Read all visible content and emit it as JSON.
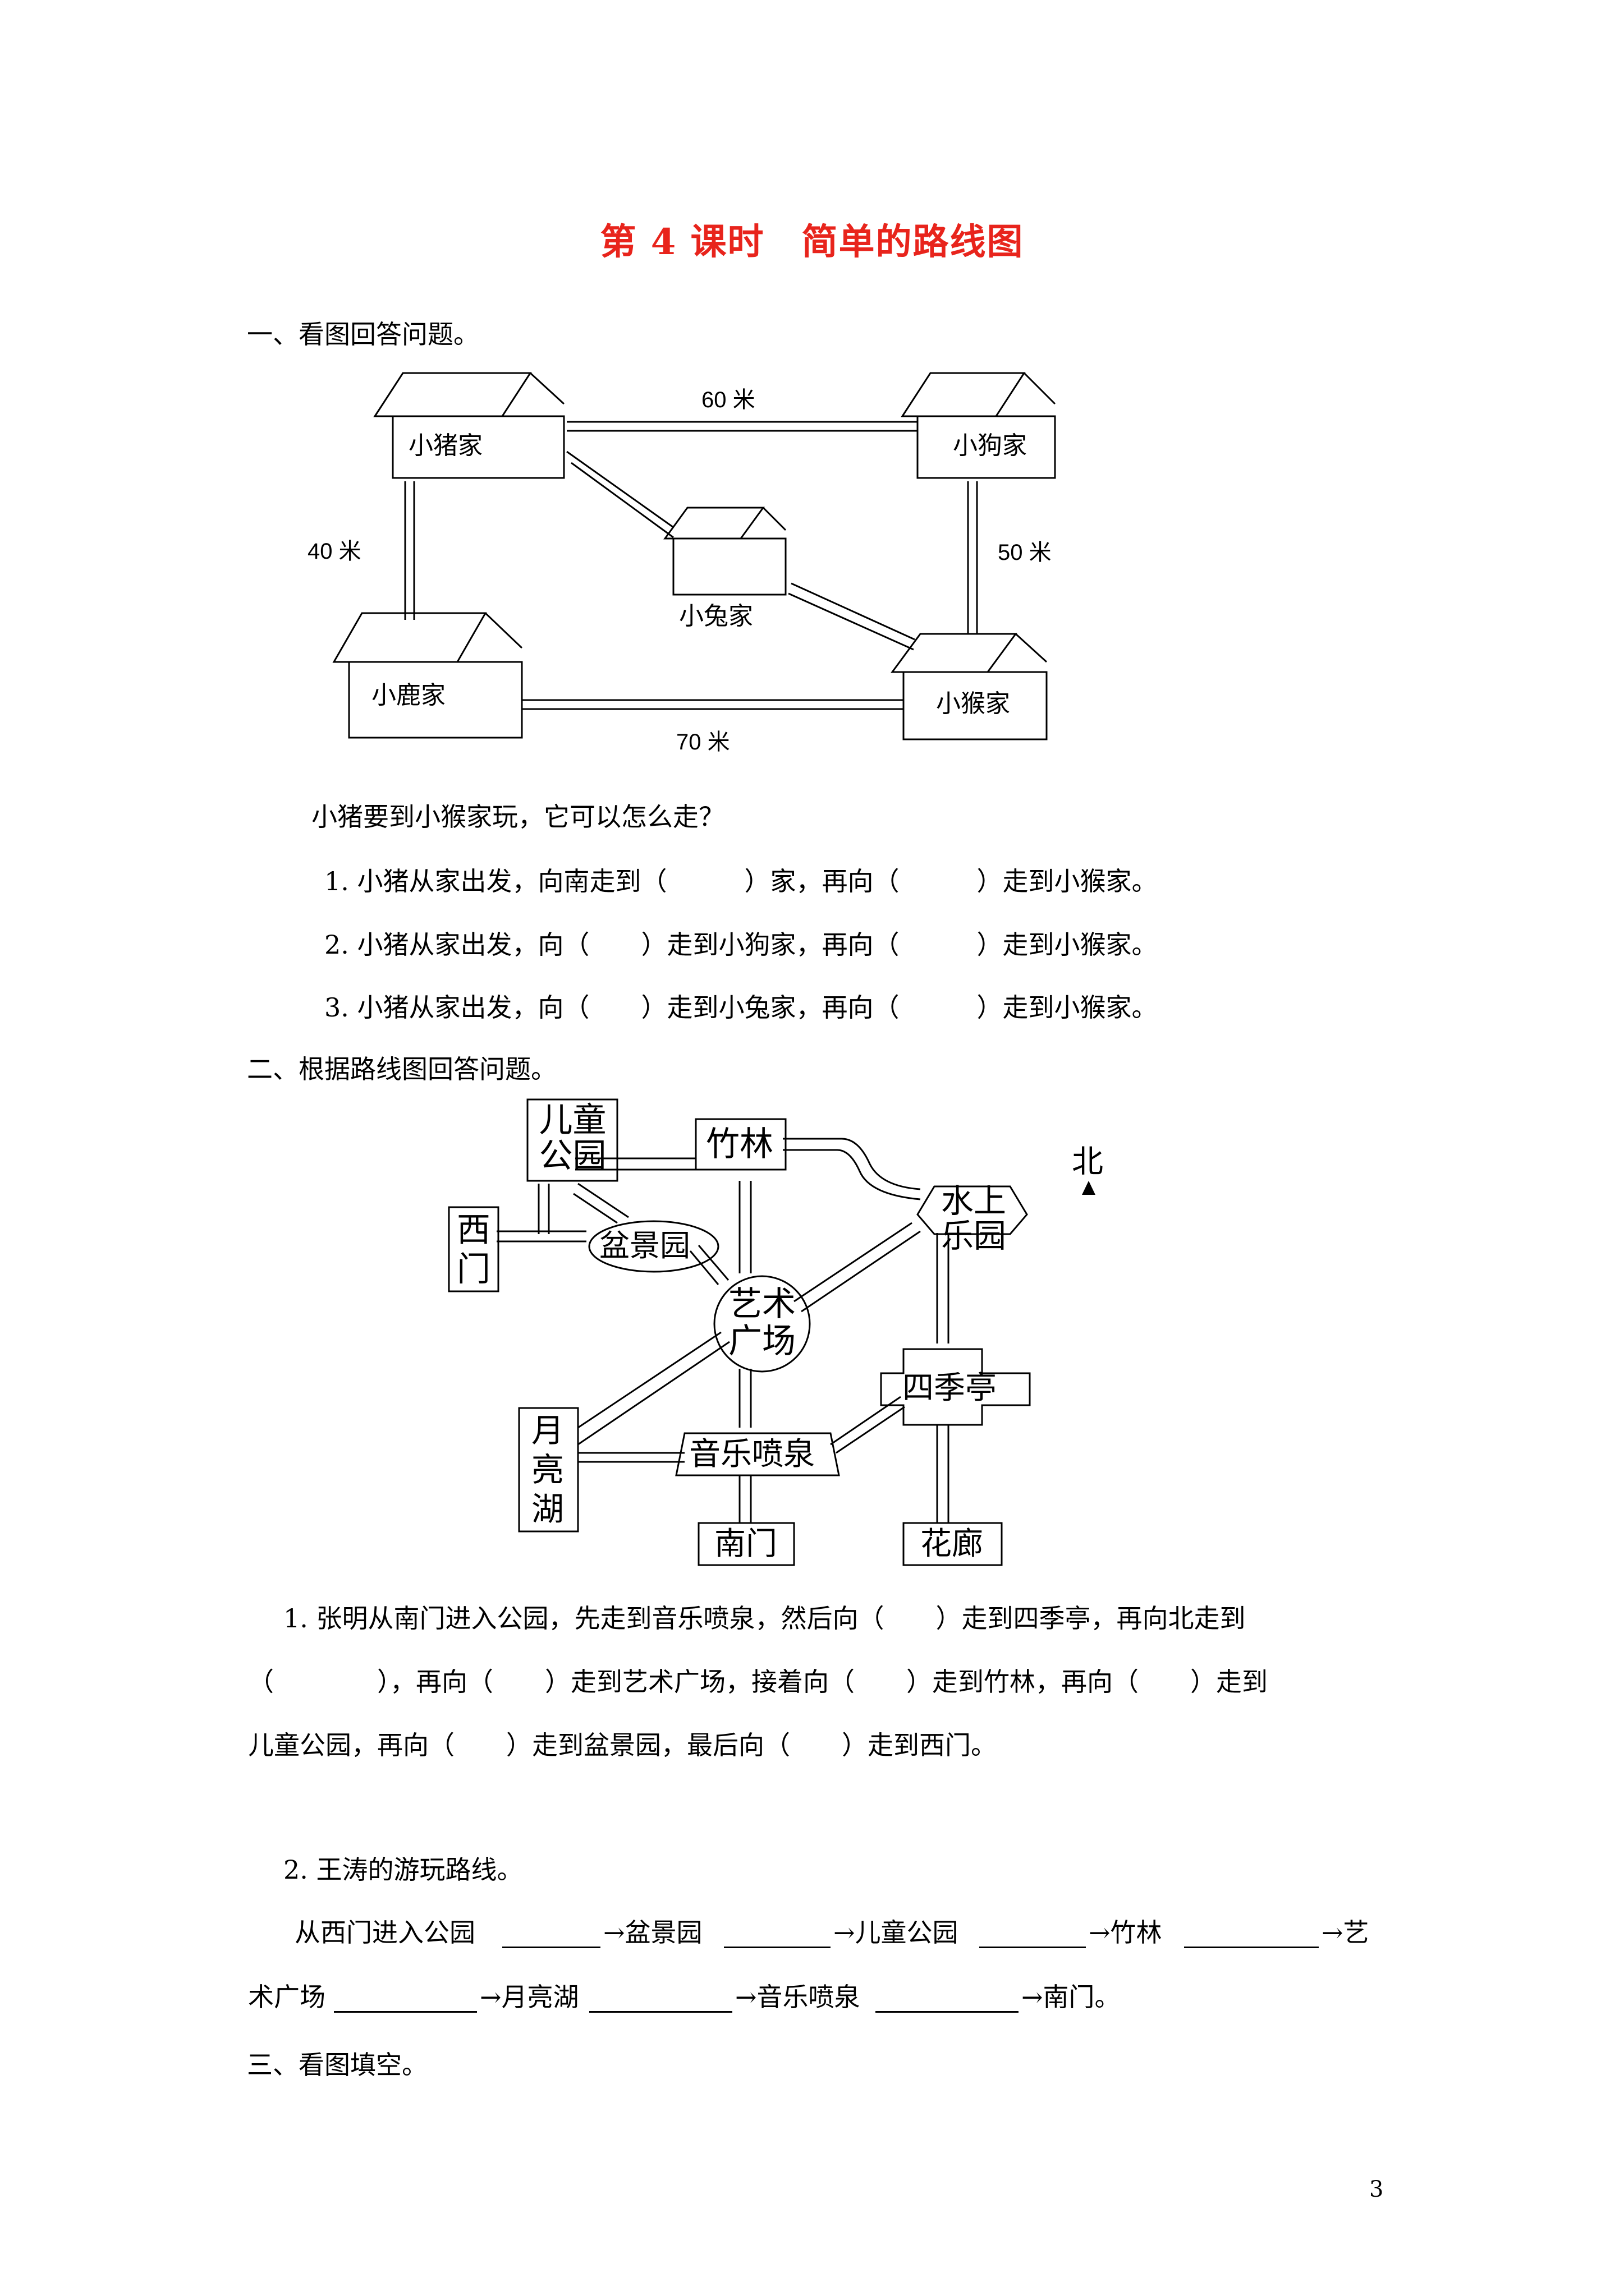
{
  "title": "第 4 课时　简单的路线图",
  "section1": {
    "heading": "一、看图回答问题。",
    "map": {
      "houses": [
        "小猪家",
        "小狗家",
        "小兔家",
        "小鹿家",
        "小猴家"
      ],
      "distances": {
        "top": "60 米",
        "left": "40 米",
        "right": "50 米",
        "bottom": "70 米"
      }
    },
    "prompt": "小猪要到小猴家玩，它可以怎么走？",
    "questions": [
      "1.  小猪从家出发，向南走到（　　　）家，再向（　　　）走到小猴家。",
      "2.  小猪从家出发，向（　　）走到小狗家，再向（　　　）走到小猴家。",
      "3.  小猪从家出发，向（　　）走到小兔家，再向（　　　）走到小猴家。"
    ]
  },
  "section2": {
    "heading": "二、根据路线图回答问题。",
    "map": {
      "places": {
        "ertong": [
          "儿童",
          "公园"
        ],
        "zhulin": "竹林",
        "shuishang": [
          "水上",
          "乐园"
        ],
        "ximen": [
          "西",
          "门"
        ],
        "penjing": "盆景园",
        "yishu": [
          "艺术",
          "广场"
        ],
        "siji": "四季亭",
        "yueliang": [
          "月",
          "亮",
          "湖"
        ],
        "yinyue": "音乐喷泉",
        "nanmen": "南门",
        "hualang": "花廊"
      },
      "north": "北"
    },
    "q1_lines": [
      "1.  张明从南门进入公园，先走到音乐喷泉，然后向（　　）走到四季亭，再向北走到",
      "（　　　　），再向（　　）走到艺术广场，接着向（　　）走到竹林，再向（　　）走到",
      "儿童公园，再向（　　）走到盆景园，最后向（　　）走到西门。"
    ],
    "q2_title": "2.  王涛的游玩路线。",
    "q2_line1": [
      "从西门进入公园",
      "→盆景园",
      "→儿童公园",
      "→竹林",
      "→艺"
    ],
    "q2_line2": [
      "术广场",
      "→月亮湖",
      "→音乐喷泉",
      "→南门。"
    ]
  },
  "section3": {
    "heading": "三、看图填空。"
  },
  "page_number": "3"
}
